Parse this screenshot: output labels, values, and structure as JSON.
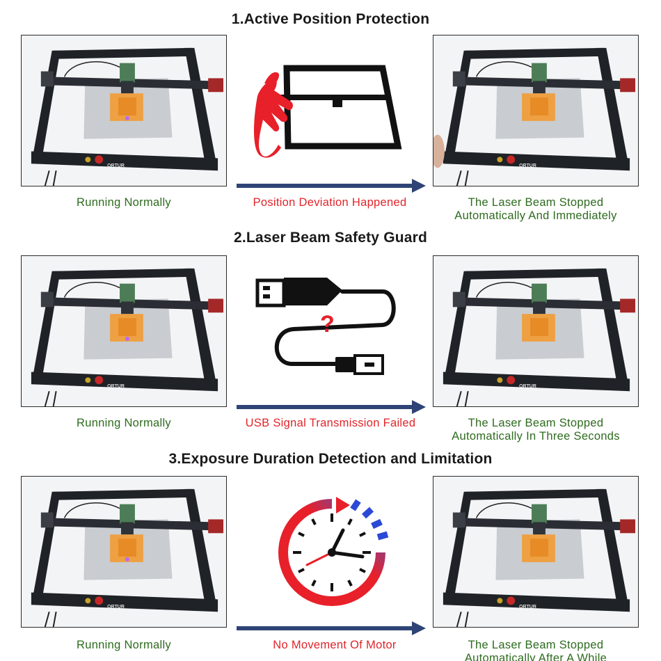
{
  "sections": [
    {
      "title": "1.Active Position Protection",
      "left_caption": "Running Normally",
      "middle_caption": "Position Deviation Happened",
      "right_caption_lines": [
        "The Laser Beam Stopped",
        "Automatically And Immediately"
      ],
      "icon": "hand-pushing-frame-icon"
    },
    {
      "title": "2.Laser Beam Safety Guard",
      "left_caption": "Running Normally",
      "middle_caption": "USB Signal Transmission Failed",
      "right_caption_lines": [
        "The Laser Beam Stopped",
        "Automatically In Three Seconds"
      ],
      "icon": "usb-cable-question-icon"
    },
    {
      "title": "3.Exposure Duration Detection and Limitation",
      "left_caption": "Running Normally",
      "middle_caption": "No Movement Of Motor",
      "right_caption_lines": [
        "The Laser Beam Stopped",
        "Automatically After A While"
      ],
      "icon": "clock-timer-icon"
    }
  ],
  "brand_text": "ORTUR",
  "usb_question_mark": "?",
  "colors": {
    "title": "#1a1a1a",
    "caption_green": "#2e6b1e",
    "caption_red": "#e0242a",
    "arrow": "#2f4476",
    "hand": "#e8202a",
    "laser_frame": "#1f2226",
    "engraving_block": "#f29a2e"
  }
}
